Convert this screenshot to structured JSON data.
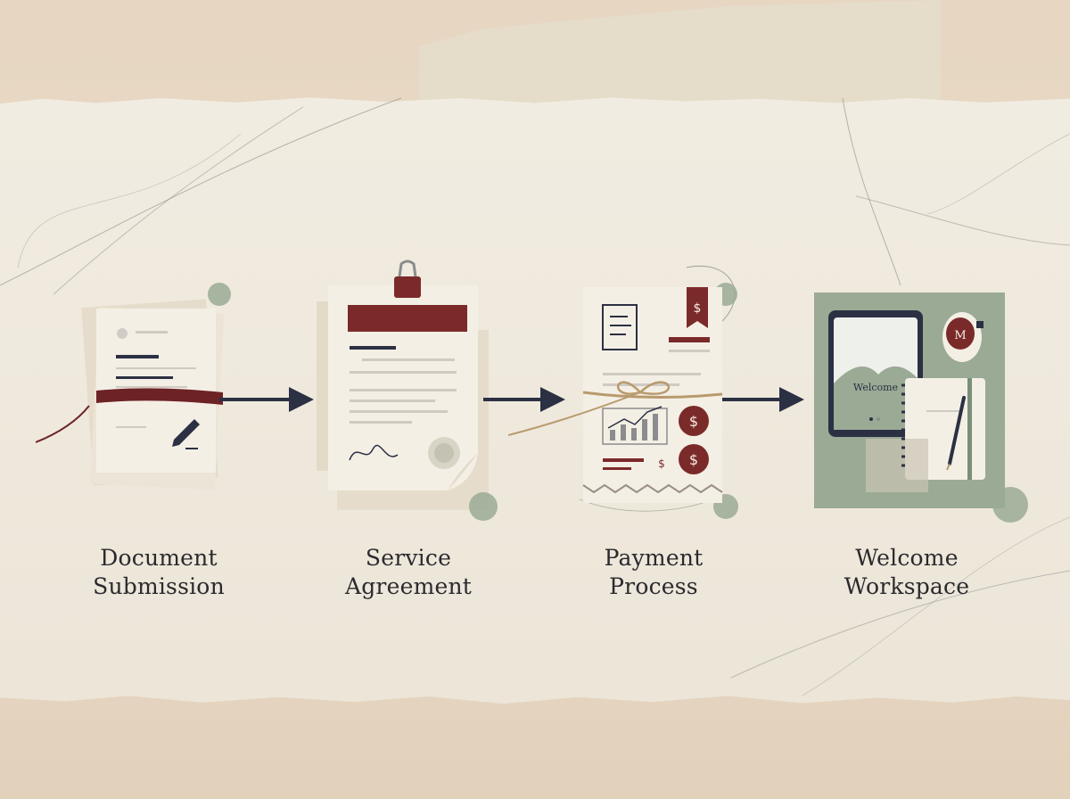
{
  "colors": {
    "maroon": "#7b2a2a",
    "navy": "#2b3043",
    "sage": "#9aaa95",
    "paper": "#f2ede3"
  },
  "steps": [
    {
      "line1": "Document",
      "line2": "Submission",
      "icon": "tied-documents-icon"
    },
    {
      "line1": "Service",
      "line2": "Agreement",
      "icon": "signed-contract-icon"
    },
    {
      "line1": "Payment",
      "line2": "Process",
      "icon": "invoice-bundle-icon"
    },
    {
      "line1": "Welcome",
      "line2": "Workspace",
      "icon": "workspace-board-icon"
    }
  ],
  "illustrations": {
    "tablet_text": "Welcome",
    "currency_symbol": "$",
    "mug_monogram": "M"
  }
}
